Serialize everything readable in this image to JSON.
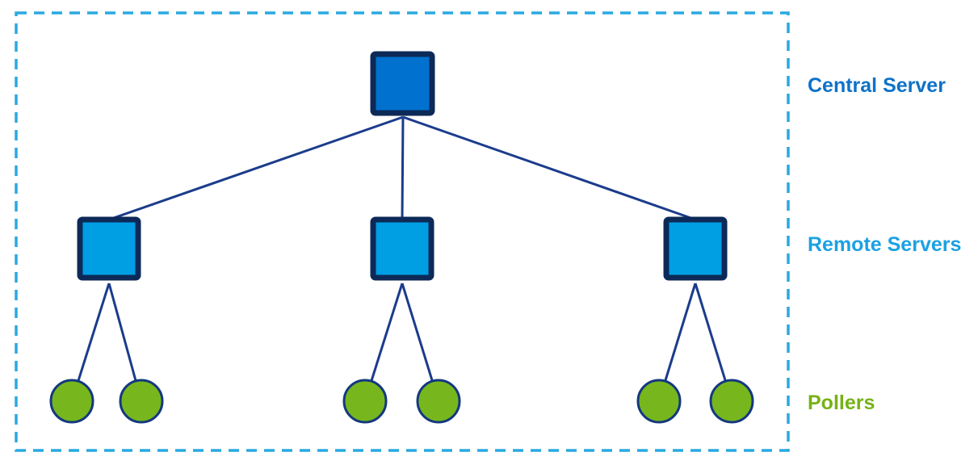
{
  "legend": {
    "central_label": "Central Server",
    "remote_label": "Remote Servers",
    "pollers_label": "Pollers"
  },
  "colors": {
    "boundary_dash": "#29a9e1",
    "connector_line": "#1b3c8c",
    "node_border": "#0d2957",
    "central_fill": "#0071ce",
    "remote_fill": "#009fe3",
    "poller_fill": "#77b71d",
    "poller_border": "#14387f",
    "central_label_color": "#0e72c8",
    "remote_label_color": "#1ba1e2",
    "poller_label_color": "#76b216",
    "background": "#ffffff"
  },
  "structure": {
    "central_count": 1,
    "remote_count": 3,
    "poller_count": 6,
    "pollers_per_remote": 2
  }
}
